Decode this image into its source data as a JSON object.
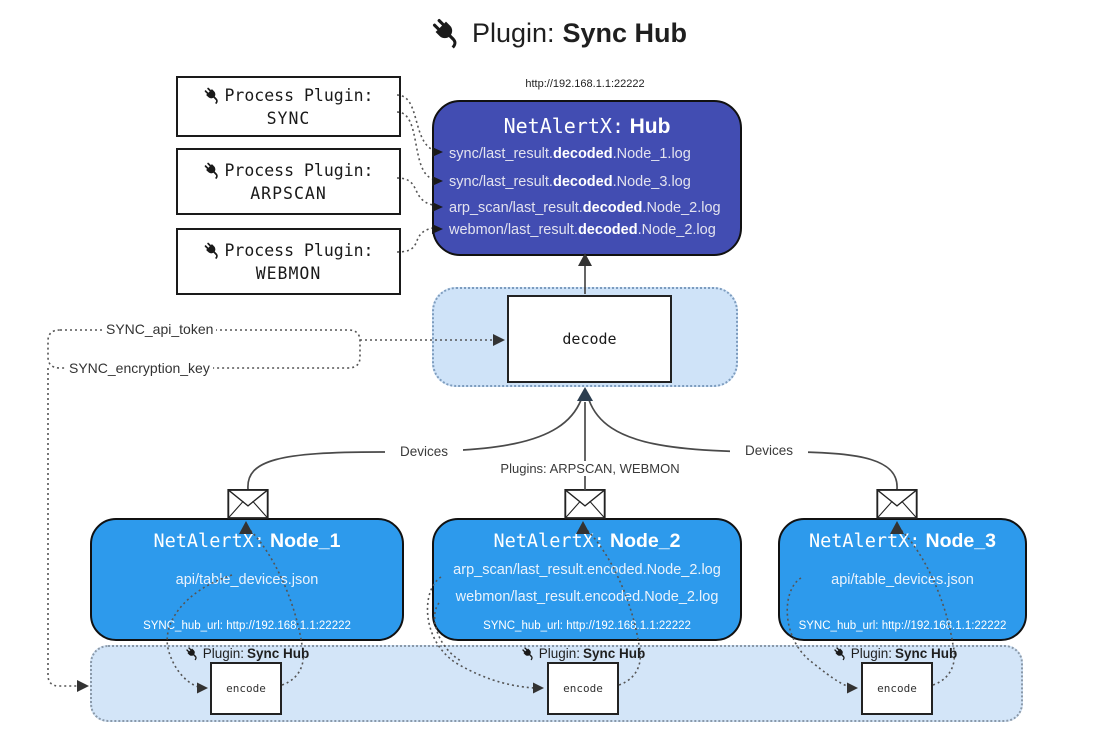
{
  "title": {
    "icon": "plug-icon",
    "prefix": "Plugin:",
    "name": "Sync Hub"
  },
  "process_plugins": [
    {
      "icon": "plug-icon",
      "label": "Process Plugin:",
      "name": "SYNC"
    },
    {
      "icon": "plug-icon",
      "label": "Process Plugin:",
      "name": "ARPSCAN"
    },
    {
      "icon": "plug-icon",
      "label": "Process Plugin:",
      "name": "WEBMON"
    }
  ],
  "hub": {
    "url": "http://192.168.1.1:22222",
    "title_prefix": "NetAlertX:",
    "title_name": "Hub",
    "logs": [
      {
        "pre": "sync/last_result.",
        "bold": "decoded",
        "post": ".Node_1.log"
      },
      {
        "pre": "sync/last_result.",
        "bold": "decoded",
        "post": ".Node_3.log"
      },
      {
        "pre": "arp_scan/last_result.",
        "bold": "decoded",
        "post": ".Node_2.log"
      },
      {
        "pre": "webmon/last_result.",
        "bold": "decoded",
        "post": ".Node_2.log"
      }
    ]
  },
  "decode": {
    "label": "decode"
  },
  "secrets": {
    "api_token": "SYNC_api_token",
    "encryption_key": "SYNC_encryption_key"
  },
  "edge_labels": {
    "devices_left": "Devices",
    "devices_right": "Devices",
    "plugins": "Plugins: ARPSCAN, WEBMON"
  },
  "nodes": [
    {
      "icon": "envelope-icon",
      "title_prefix": "NetAlertX:",
      "title_name": "Node_1",
      "lines": [
        "api/table_devices.json"
      ],
      "hub_url": "SYNC_hub_url: http://192.168.1.1:22222"
    },
    {
      "icon": "envelope-icon",
      "title_prefix": "NetAlertX:",
      "title_name": "Node_2",
      "lines": [
        "arp_scan/last_result.encoded.Node_2.log",
        "webmon/last_result.encoded.Node_2.log"
      ],
      "hub_url": "SYNC_hub_url: http://192.168.1.1:22222"
    },
    {
      "icon": "envelope-icon",
      "title_prefix": "NetAlertX:",
      "title_name": "Node_3",
      "lines": [
        "api/table_devices.json"
      ],
      "hub_url": "SYNC_hub_url: http://192.168.1.1:22222"
    }
  ],
  "encoders": [
    {
      "icon": "plug-icon",
      "plugin_label": "Plugin:",
      "plugin_name": "Sync Hub",
      "box_label": "encode"
    },
    {
      "icon": "plug-icon",
      "plugin_label": "Plugin:",
      "plugin_name": "Sync Hub",
      "box_label": "encode"
    },
    {
      "icon": "plug-icon",
      "plugin_label": "Plugin:",
      "plugin_name": "Sync Hub",
      "box_label": "encode"
    }
  ],
  "colors": {
    "hub_blue": "#424db2",
    "node_blue": "#2d9aec",
    "container_blue": "#cfe3f8",
    "arrow_navy": "#2c3e50"
  }
}
